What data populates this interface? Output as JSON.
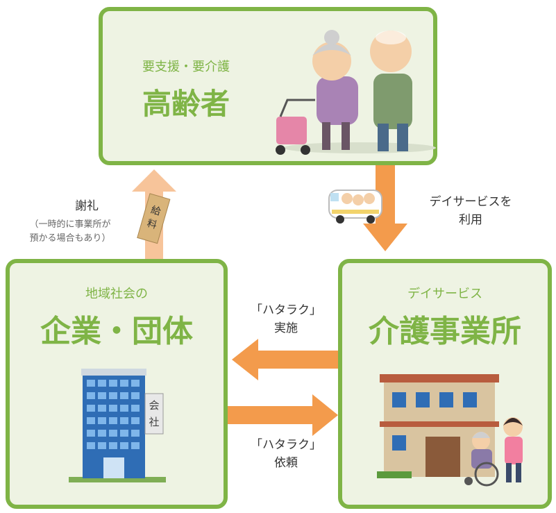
{
  "elderly": {
    "subtitle": "要支援・要介護",
    "title": "高齢者"
  },
  "company": {
    "subtitle": "地域社会の",
    "title": "企業・団体",
    "building_sign": [
      "会",
      "社"
    ]
  },
  "care": {
    "subtitle": "デイサービス",
    "title": "介護事業所"
  },
  "labels": {
    "thanks": "謝礼",
    "thanks_note": [
      "（一時的に事業所が",
      "預かる場合もあり）"
    ],
    "salary_envelope": [
      "給",
      "料"
    ],
    "dayservice_use": [
      "デイサービスを",
      "利用"
    ],
    "hataraku_do": [
      "「ハタラク」",
      "実施"
    ],
    "hataraku_request": [
      "「ハタラク」",
      "依頼"
    ]
  },
  "colors": {
    "green": "#7fb446",
    "box_fill": "#eef3e3",
    "arrow_orange": "#f39b4c",
    "arrow_light": "#f7c49a"
  }
}
